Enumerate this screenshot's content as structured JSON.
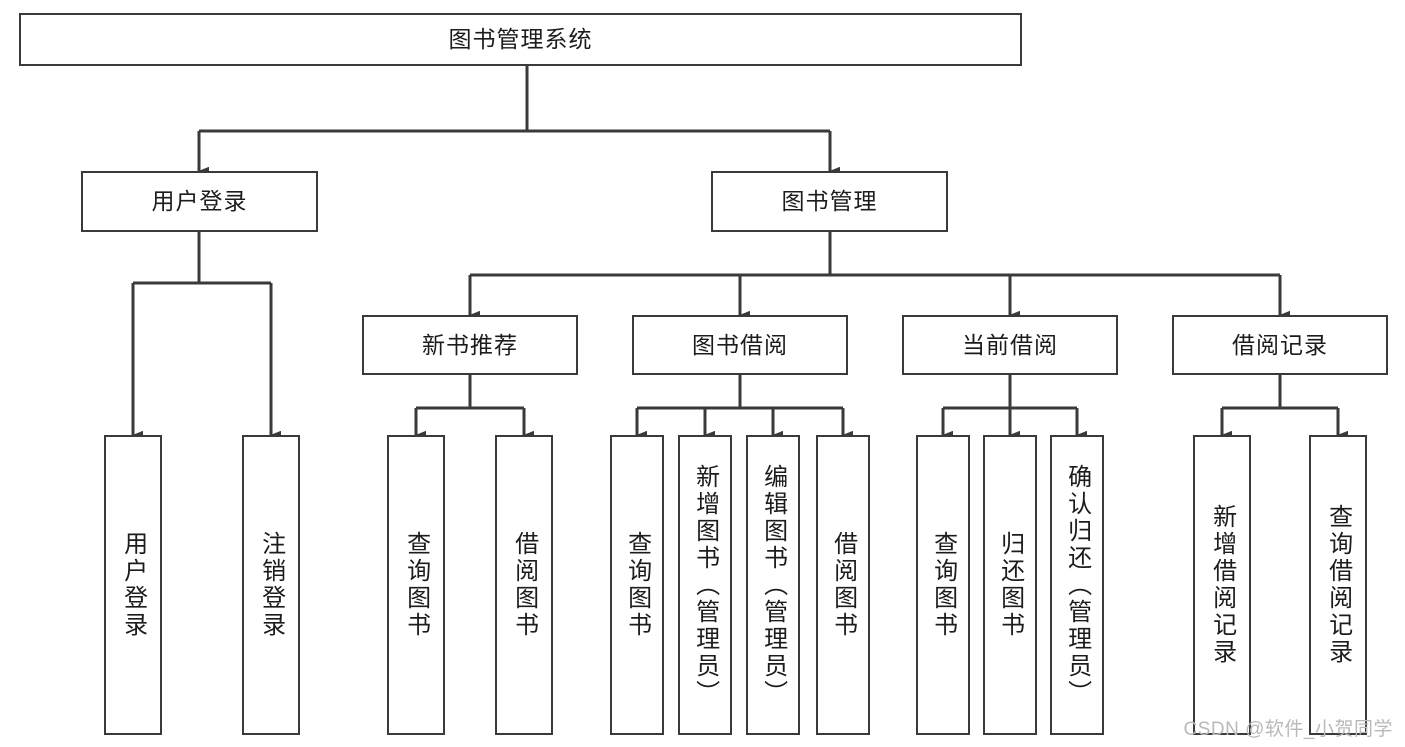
{
  "diagram": {
    "title": "图书管理系统",
    "type": "tree-hierarchy-diagram",
    "watermark": "CSDN @软件_小贺同学",
    "colors": {
      "background": "#ffffff",
      "box_border": "#3a3a3a",
      "box_fill": "#ffffff",
      "text": "#1c1c1c",
      "connector": "#3a3a3a",
      "watermark": "#b9b9b9"
    },
    "root": {
      "label": "图书管理系统"
    },
    "level2": [
      {
        "label": "用户登录"
      },
      {
        "label": "图书管理"
      }
    ],
    "level3": [
      {
        "label": "新书推荐"
      },
      {
        "label": "图书借阅"
      },
      {
        "label": "当前借阅"
      },
      {
        "label": "借阅记录"
      }
    ],
    "leaves": {
      "user_login": [
        {
          "label": "用户登录"
        },
        {
          "label": "注销登录"
        }
      ],
      "new_book_recommend": [
        {
          "label": "查询图书"
        },
        {
          "label": "借阅图书"
        }
      ],
      "book_borrow": [
        {
          "label": "查询图书"
        },
        {
          "label": "新增图书（管理员）"
        },
        {
          "label": "编辑图书（管理员）"
        },
        {
          "label": "借阅图书"
        }
      ],
      "current_borrow": [
        {
          "label": "查询图书"
        },
        {
          "label": "归还图书"
        },
        {
          "label": "确认归还（管理员）"
        }
      ],
      "borrow_record": [
        {
          "label": "新增借阅记录"
        },
        {
          "label": "查询借阅记录"
        }
      ]
    }
  }
}
